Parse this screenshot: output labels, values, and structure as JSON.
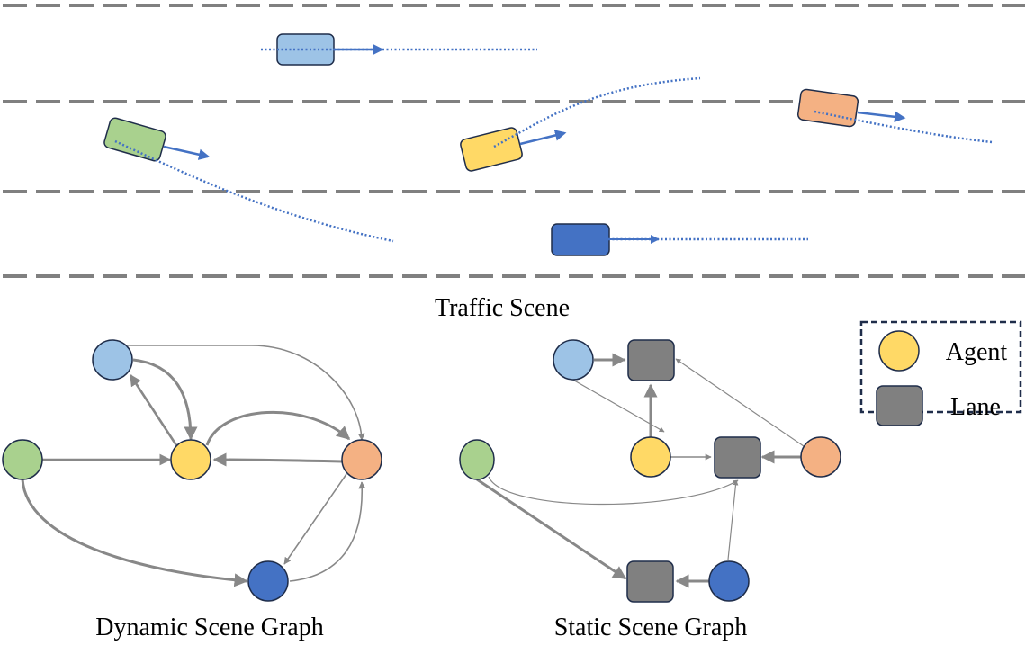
{
  "captions": {
    "traffic": "Traffic Scene",
    "dynamic": "Dynamic Scene Graph",
    "static": "Static Scene Graph"
  },
  "legend": {
    "agent": "Agent",
    "lane": "Lane"
  },
  "colors": {
    "light_blue": "#9DC3E6",
    "green": "#A9D18E",
    "yellow": "#FFD966",
    "orange": "#F4B183",
    "dark_blue": "#4472C4",
    "lane_gray": "#808080",
    "edge_gray": "#888888",
    "trajectory": "#4472C4",
    "outline": "#1F2D4A"
  },
  "agents": [
    "light_blue",
    "green",
    "yellow",
    "orange",
    "dark_blue"
  ]
}
